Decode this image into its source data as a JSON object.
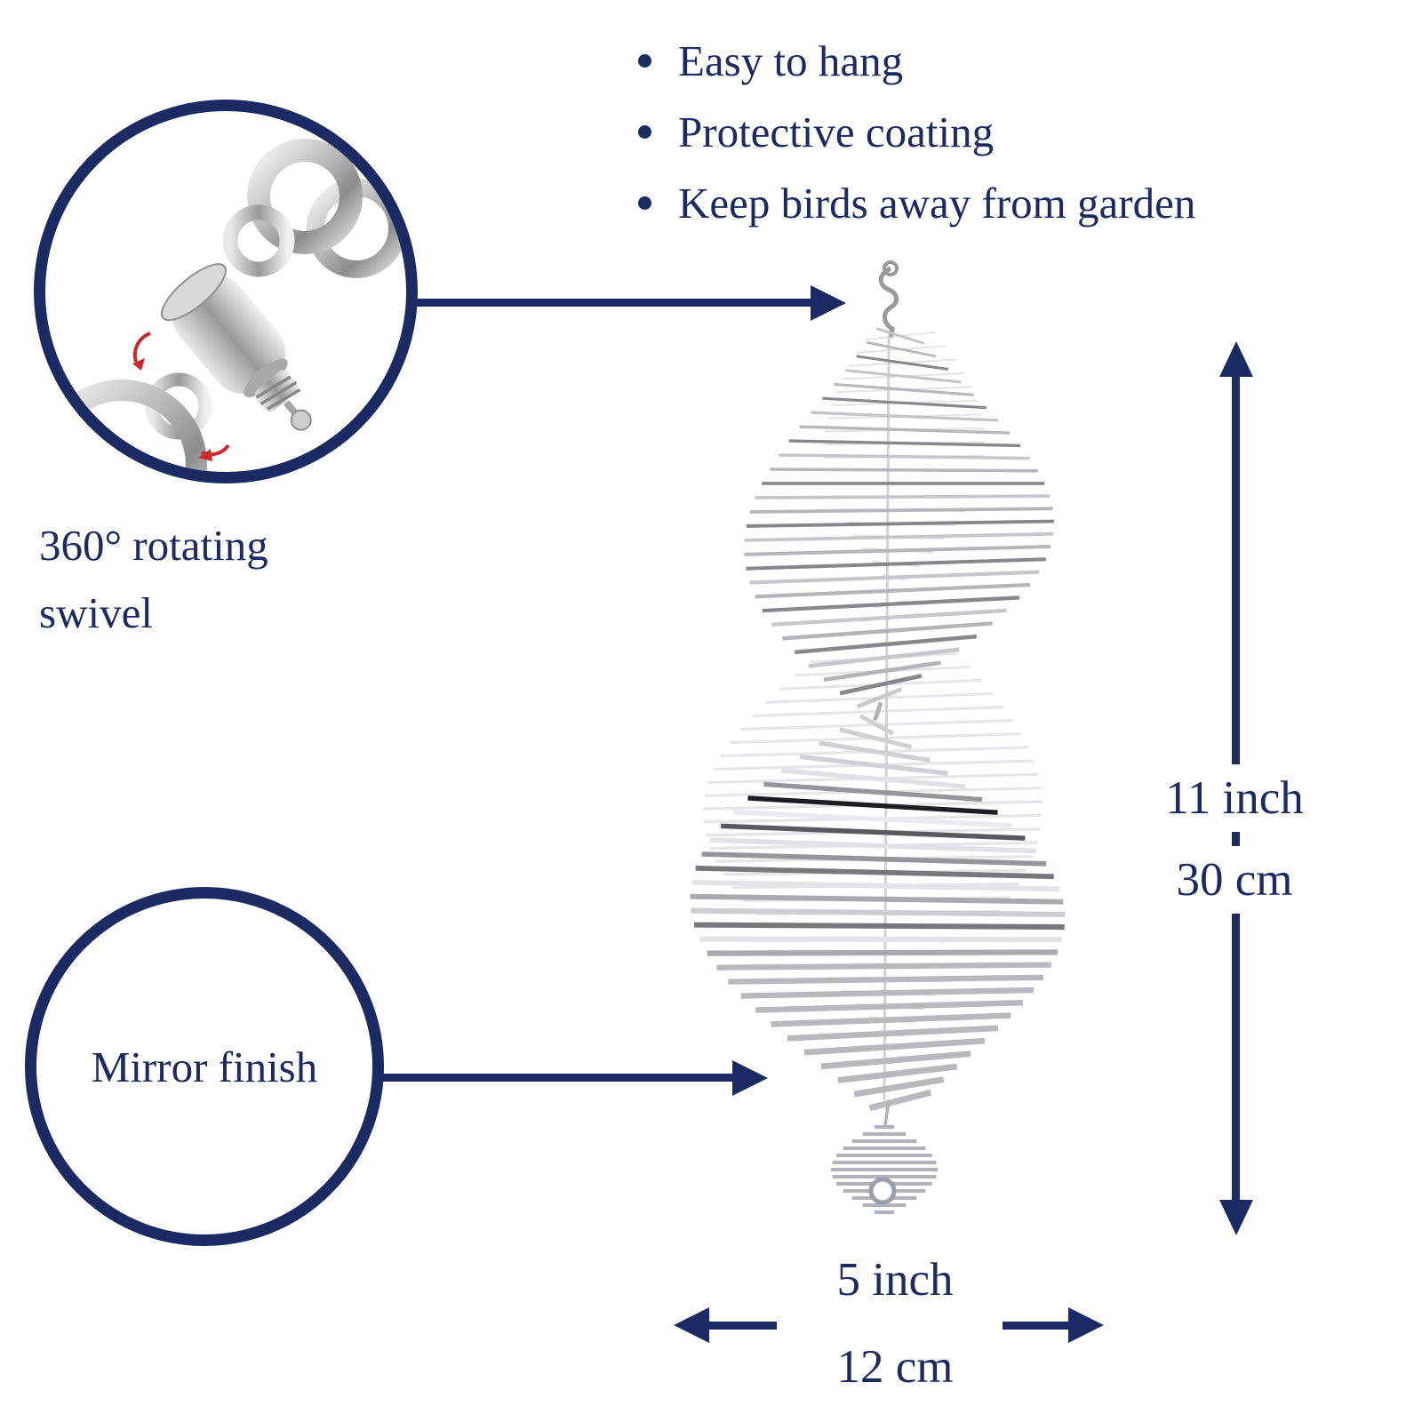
{
  "colors": {
    "navy": "#1b2a63",
    "silver": "#b9b9b9",
    "red_accent": "#cc2a2a",
    "background": "#ffffff"
  },
  "features": {
    "items": [
      "Easy to hang",
      "Protective coating",
      "Keep birds away from garden"
    ]
  },
  "swivel": {
    "label_line1": "360° rotating",
    "label_line2": "swivel",
    "icon": "swivel-photo-icon"
  },
  "mirror": {
    "label": "Mirror finish"
  },
  "dimensions": {
    "height": {
      "inches": "11 inch",
      "metric": "30 cm"
    },
    "width": {
      "inches": "5 inch",
      "metric": "12 cm"
    }
  },
  "graphics": {
    "spinner": "wind-spinner-graphic",
    "pointer_arrows": "navy-pointer-arrow"
  }
}
